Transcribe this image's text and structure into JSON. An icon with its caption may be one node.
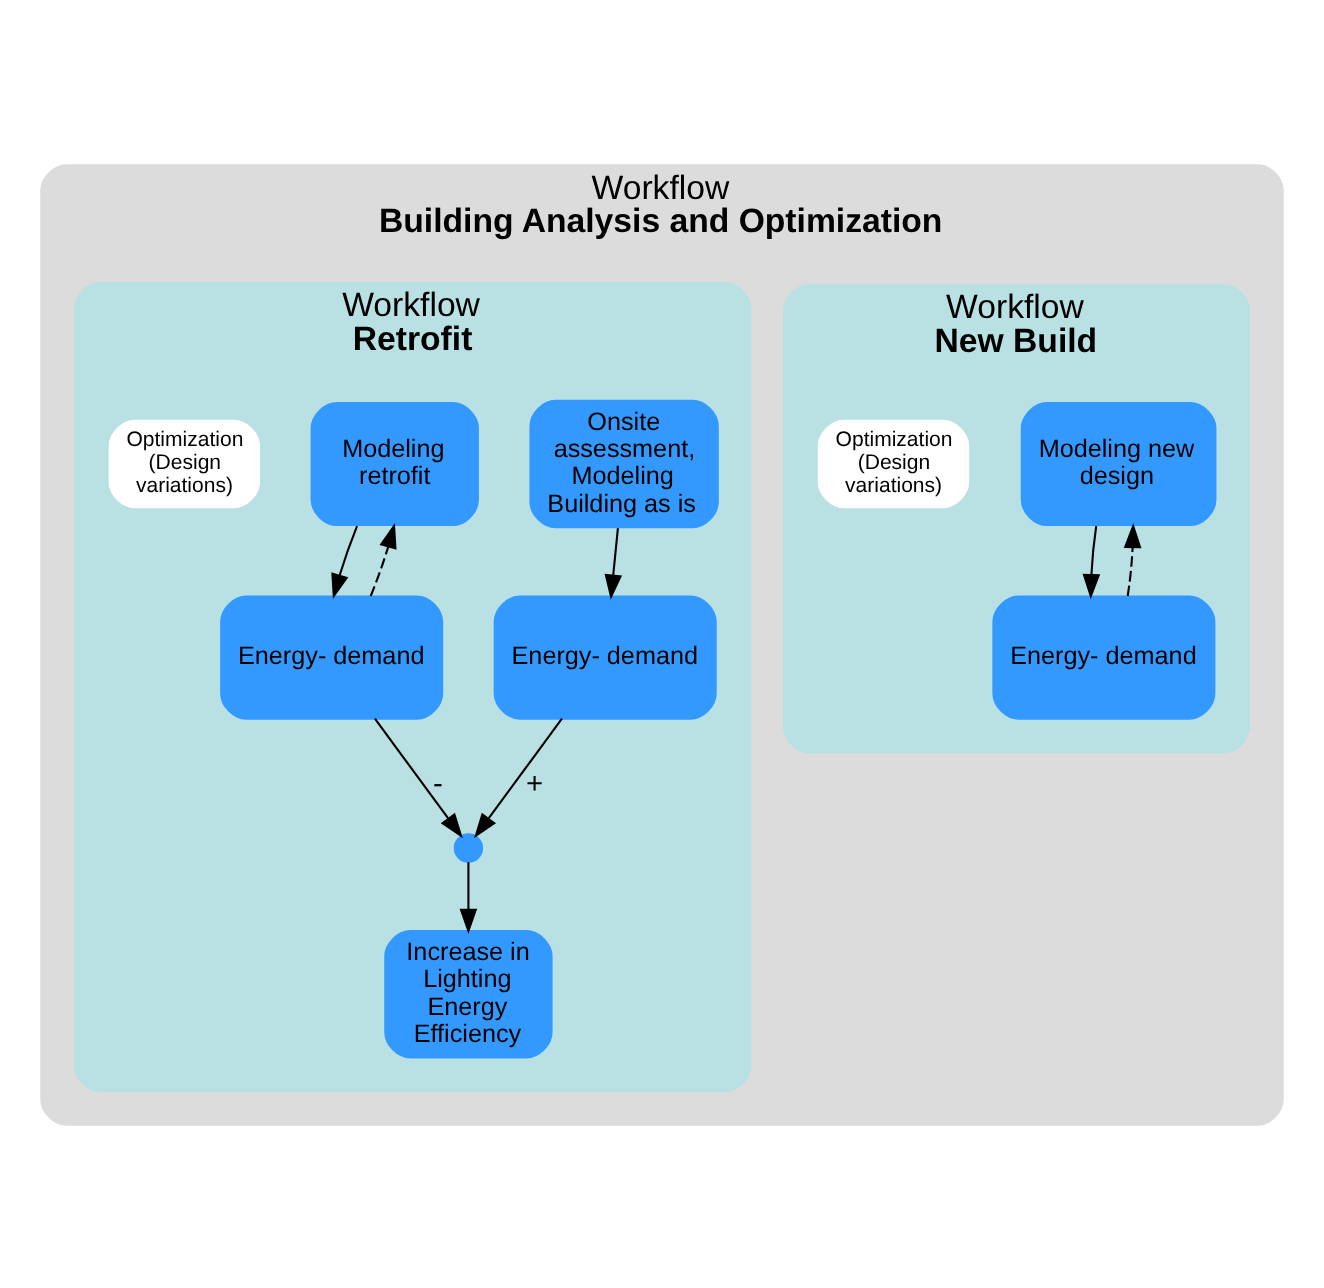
{
  "diagram": {
    "nodes": [
      {
        "text": [
          "Workflow",
          "Building Analysis and Optimization"
        ]
      },
      {
        "text": [
          "Workflow",
          "New Build"
        ],
        "in": 0
      },
      {
        "text": [
          "Modeling new design"
        ],
        "in": 1
      },
      {
        "text": [
          "Energy- demand"
        ],
        "in": 1
      },
      {
        "text": [
          "Optimization (Design variations)"
        ],
        "in": 1
      },
      {
        "text": [
          "Workflow",
          "Retrofit"
        ],
        "in": 0
      },
      {
        "text": [
          "Onsite assessment, Modeling Building as is"
        ],
        "in": 5
      },
      {
        "text": [
          "Modeling retrofit"
        ],
        "in": 5
      },
      {
        "text": [
          "Energy- demand"
        ],
        "in": 5
      },
      {
        "text": [
          "Energy- demand"
        ],
        "in": 5
      },
      {
        "text": [
          "Optimization (Design variations)"
        ],
        "in": 5
      },
      {
        "text": [],
        "shape": "circle",
        "in": 5
      },
      {
        "text": [
          "Increase in Lighting Energy Efficiency"
        ],
        "in": 5
      }
    ],
    "edges": [
      {
        "from": 2,
        "to": 3,
        "arrow": "to"
      },
      {
        "from": 3,
        "to": 2,
        "arrow": "to",
        "style": "dashed"
      },
      {
        "from": 6,
        "to": 8,
        "arrow": "to"
      },
      {
        "from": 7,
        "to": 9,
        "arrow": "to"
      },
      {
        "from": 9,
        "to": 7,
        "arrow": "to",
        "style": "dashed"
      },
      {
        "from": 8,
        "to": 11,
        "arrow": "to",
        "label": "+"
      },
      {
        "from": 9,
        "to": 11,
        "arrow": "to",
        "label": "-"
      },
      {
        "from": 11,
        "to": 12,
        "arrow": "to"
      }
    ]
  }
}
